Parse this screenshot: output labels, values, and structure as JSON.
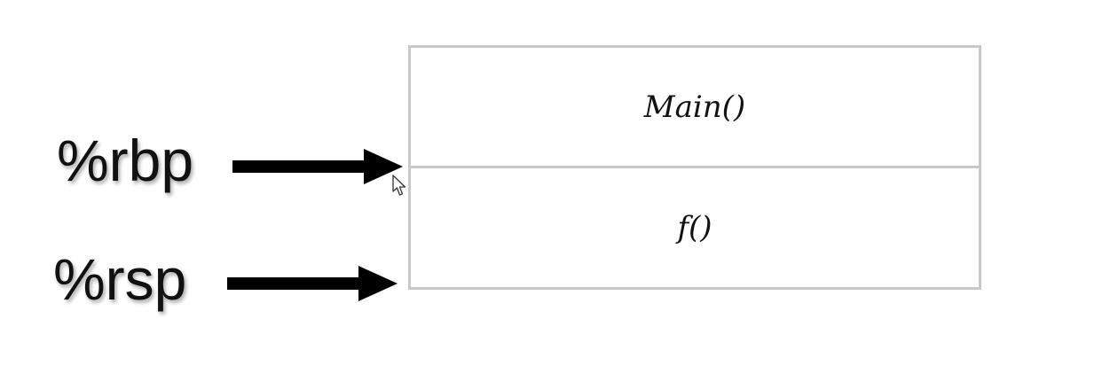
{
  "registers": {
    "rbp": "%rbp",
    "rsp": "%rsp"
  },
  "stack": {
    "frames": [
      "Main()",
      "f()"
    ]
  },
  "colors": {
    "box_border": "#c8c8c8",
    "arrow": "#000000",
    "text": "#111111"
  },
  "icons": {
    "cursor": "mouse-pointer-icon"
  }
}
